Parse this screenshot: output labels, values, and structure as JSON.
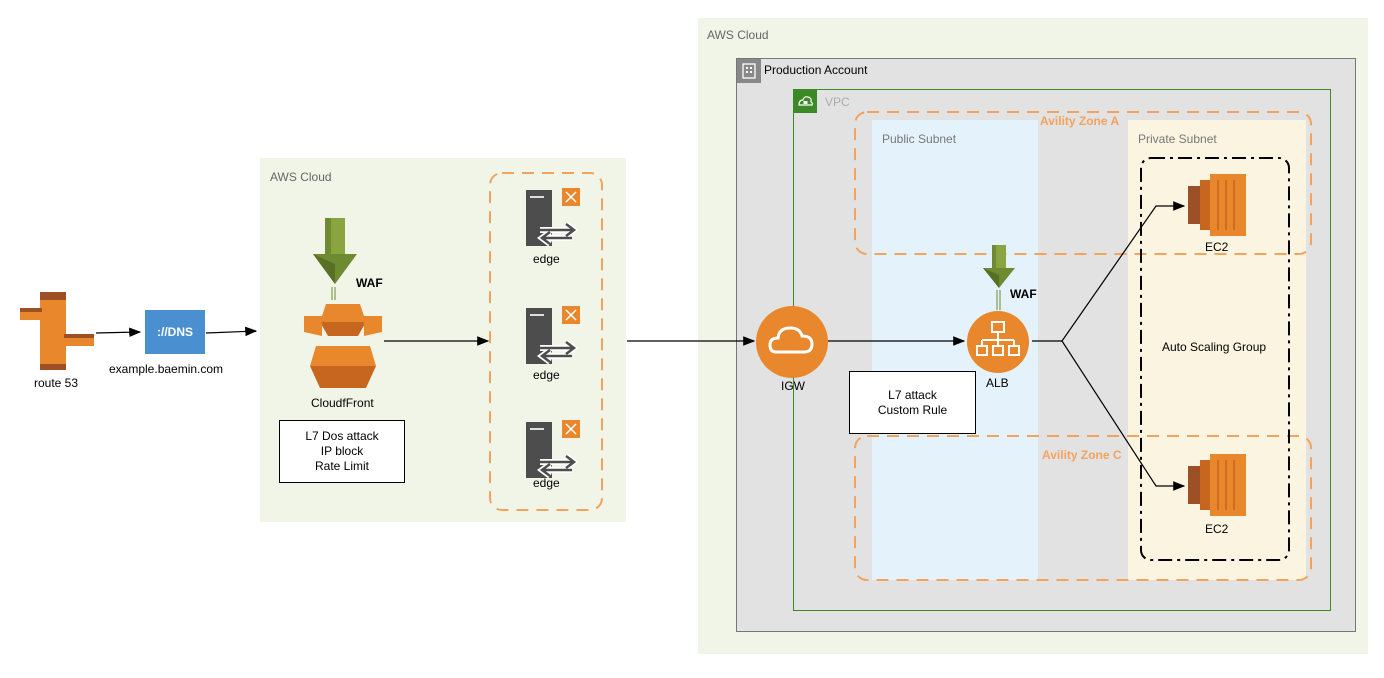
{
  "outer_left": {
    "route53_label": "route 53",
    "dns_icon_text": "://DNS",
    "dns_domain": "example.baemin.com"
  },
  "edge_cloud": {
    "title": "AWS Cloud",
    "waf_label": "WAF",
    "cloudfront_label": "CloudfFront",
    "note_lines": [
      "L7 Dos attack",
      "IP block",
      "Rate Limit"
    ],
    "edges": [
      {
        "label": "edge"
      },
      {
        "label": "edge"
      },
      {
        "label": "edge"
      }
    ]
  },
  "main_cloud": {
    "title": "AWS Cloud",
    "account_label": "Production Account",
    "vpc_label": "VPC",
    "public_subnet_label": "Public Subnet",
    "private_subnet_label": "Private Subnet",
    "zone_a_label": "Avility Zone A",
    "zone_c_label": "Avility Zone C",
    "igw_label": "IGW",
    "waf_label": "WAF",
    "alb_label": "ALB",
    "note_lines": [
      "L7 attack",
      "Custom Rule"
    ],
    "asg_label": "Auto Scaling Group",
    "ec2_top_label": "EC2",
    "ec2_bottom_label": "EC2"
  },
  "colors": {
    "aws_orange": "#e8872c",
    "waf_green": "#6f8b31",
    "dns_blue": "#4a8fcf",
    "edge_gray": "#4d4d4d",
    "zone_border": "#f3a35c",
    "vpc_green": "#3b8a25"
  }
}
